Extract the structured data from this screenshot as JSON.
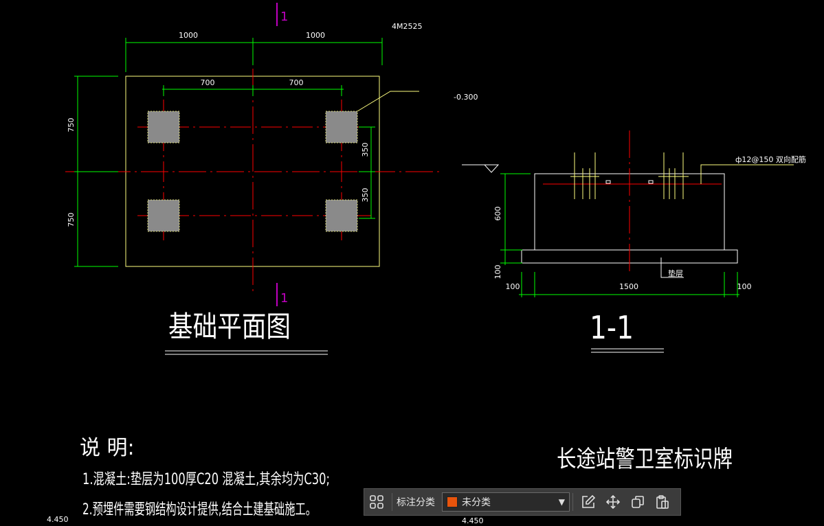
{
  "drawing": {
    "plan": {
      "title": "基础平面图",
      "dim_top": [
        "1000",
        "1000"
      ],
      "dim_inner": [
        "700",
        "700"
      ],
      "dim_left": [
        "750",
        "750"
      ],
      "dim_right": [
        "350",
        "350"
      ],
      "section_mark": "1",
      "anchor_label": "4M2525"
    },
    "section": {
      "title": "1-1",
      "elevation": "-0.300",
      "rebar_note": "ф12@150 双向配筋",
      "cushion_label": "垫层",
      "dim_left": [
        "600",
        "100"
      ],
      "dim_bottom": [
        "100",
        "1500",
        "100"
      ]
    },
    "notes": {
      "heading": "说  明:",
      "line1": "1.混凝土:垫层为100厚C20 混凝土,其余均为C30;",
      "line2": "2.预埋件需要钢结构设计提供,结合土建基础施工。"
    },
    "project_title": "长途站警卫室标识牌",
    "bottom_left_value": "4.450",
    "bottom_mid_value": "4.450"
  },
  "toolbar": {
    "label": "标注分类",
    "select_value": "未分类",
    "swatch_color": "#e8540c",
    "icons": [
      "grid-icon",
      "edit-icon",
      "move-icon",
      "copy-icon",
      "paste-icon"
    ]
  },
  "colors": {
    "dimension": "#00ff00",
    "axis": "#ff0000",
    "outline": "#ffff80",
    "section_marker": "#c000c0",
    "text": "#ffffff"
  }
}
